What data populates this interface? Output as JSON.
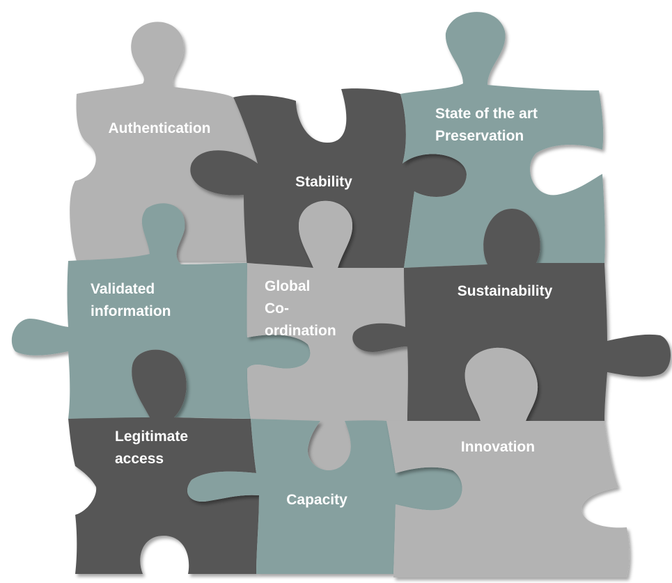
{
  "colors": {
    "light_gray": "#b3b3b3",
    "dark_gray": "#575757",
    "teal": "#86a09f",
    "label": "#ffffff"
  },
  "pieces": [
    {
      "id": "authentication",
      "lines": [
        "Authentication"
      ],
      "color": "light_gray"
    },
    {
      "id": "stability",
      "lines": [
        "Stability"
      ],
      "color": "dark_gray"
    },
    {
      "id": "preservation",
      "lines": [
        "State of the art",
        "Preservation"
      ],
      "color": "teal"
    },
    {
      "id": "validated-information",
      "lines": [
        "Validated",
        "information"
      ],
      "color": "teal"
    },
    {
      "id": "global-coordination",
      "lines": [
        "Global",
        "Co-",
        "ordination"
      ],
      "color": "light_gray"
    },
    {
      "id": "sustainability",
      "lines": [
        "Sustainability"
      ],
      "color": "dark_gray"
    },
    {
      "id": "legitimate-access",
      "lines": [
        "Legitimate",
        "access"
      ],
      "color": "dark_gray"
    },
    {
      "id": "capacity",
      "lines": [
        "Capacity"
      ],
      "color": "teal"
    },
    {
      "id": "innovation",
      "lines": [
        "Innovation"
      ],
      "color": "light_gray"
    }
  ]
}
